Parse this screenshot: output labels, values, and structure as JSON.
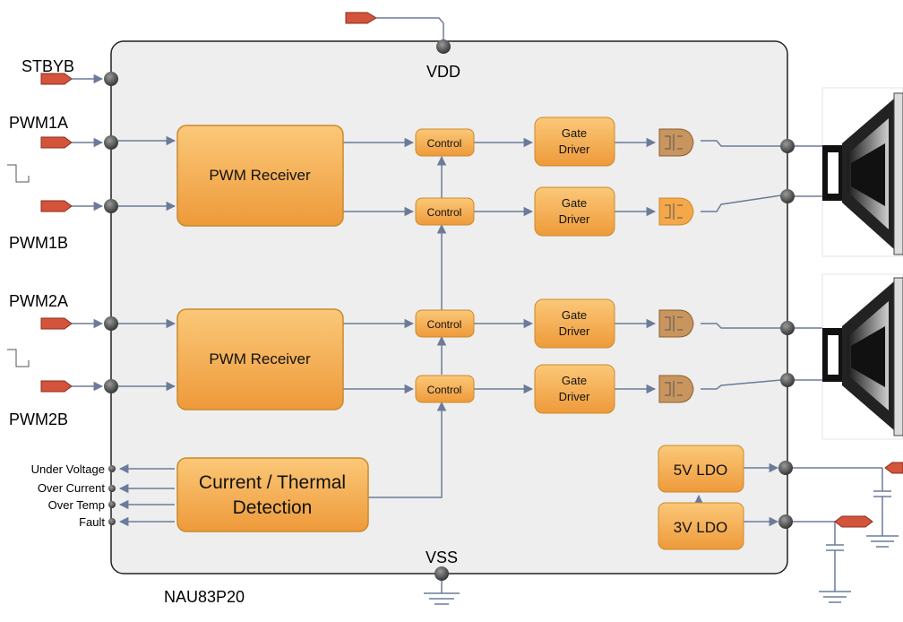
{
  "chip": {
    "name": "NAU83P20",
    "vdd": "VDD",
    "vss": "VSS"
  },
  "inputs": {
    "stbyb": "STBYB",
    "pwm1a": "PWM1A",
    "pwm1b": "PWM1B",
    "pwm2a": "PWM2A",
    "pwm2b": "PWM2B"
  },
  "blocks": {
    "pwm_receiver_1": "PWM Receiver",
    "pwm_receiver_2": "PWM Receiver",
    "control": "Control",
    "gate_driver_line1": "Gate",
    "gate_driver_line2": "Driver",
    "detection_line1": "Current / Thermal",
    "detection_line2": "Detection",
    "ldo_5v": "5V LDO",
    "ldo_3v": "3V LDO"
  },
  "fault_outputs": {
    "under_voltage": "Under Voltage",
    "over_current": "Over Current",
    "over_temp": "Over Temp",
    "fault": "Fault"
  },
  "colors": {
    "block_fill": "#F5A84A",
    "block_stroke": "#C98A2E",
    "chip_fill": "#EEEEEE",
    "pin_tag": "#D4533B",
    "wire": "#6B7B99",
    "pin": "#4A4A4A"
  }
}
